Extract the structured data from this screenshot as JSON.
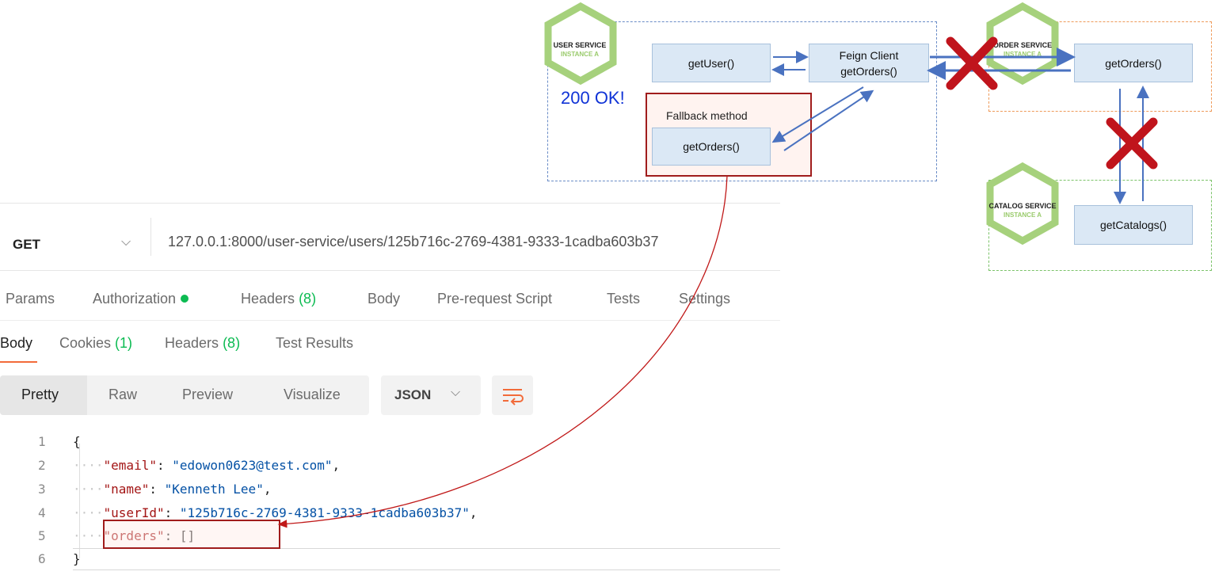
{
  "request": {
    "method": "GET",
    "url": "127.0.0.1:8000/user-service/users/125b716c-2769-4381-9333-1cadba603b37"
  },
  "request_tabs": {
    "params": "Params",
    "authorization": "Authorization",
    "headers": "Headers",
    "headers_count": "(8)",
    "body": "Body",
    "prerequest": "Pre-request Script",
    "tests": "Tests",
    "settings": "Settings"
  },
  "response_tabs": {
    "body": "Body",
    "cookies": "Cookies",
    "cookies_count": "(1)",
    "headers": "Headers",
    "headers_count": "(8)",
    "test_results": "Test Results"
  },
  "format": {
    "pretty": "Pretty",
    "raw": "Raw",
    "preview": "Preview",
    "visualize": "Visualize",
    "type": "JSON"
  },
  "response_body": {
    "line_numbers": [
      "1",
      "2",
      "3",
      "4",
      "5",
      "6"
    ],
    "open_brace": "{",
    "close_brace": "}",
    "email_key": "\"email\"",
    "email_value": "\"edowon0623@test.com\"",
    "name_key": "\"name\"",
    "name_value": "\"Kenneth Lee\"",
    "userid_key": "\"userId\"",
    "userid_value": "\"125b716c-2769-4381-9333-1cadba603b37\"",
    "orders_key": "\"orders\"",
    "orders_value": "[]"
  },
  "diagram": {
    "user_service": {
      "name": "USER SERVICE",
      "instance": "INSTANCE A"
    },
    "order_service": {
      "name": "ORDER SERVICE",
      "instance": "INSTANCE A"
    },
    "catalog_service": {
      "name": "CATALOG SERVICE",
      "instance": "INSTANCE A"
    },
    "get_user": "getUser()",
    "feign_client": "Feign Client",
    "feign_get_orders": "getOrders()",
    "order_get_orders": "getOrders()",
    "get_catalogs": "getCatalogs()",
    "fallback_label": "Fallback method",
    "fallback_get_orders": "getOrders()",
    "status_text": "200 OK!"
  },
  "colors": {
    "accent_orange": "#f26b3a",
    "status_green": "#0cbb52",
    "json_key": "#a31515",
    "json_string": "#0451a5",
    "highlight_red": "#a01c1c",
    "ok_blue": "#1033d6",
    "hex_green": "#9acb6c",
    "fn_box_blue": "#dbe8f5",
    "arrow_blue": "#4a72c0",
    "cross_red": "#c0141c"
  }
}
